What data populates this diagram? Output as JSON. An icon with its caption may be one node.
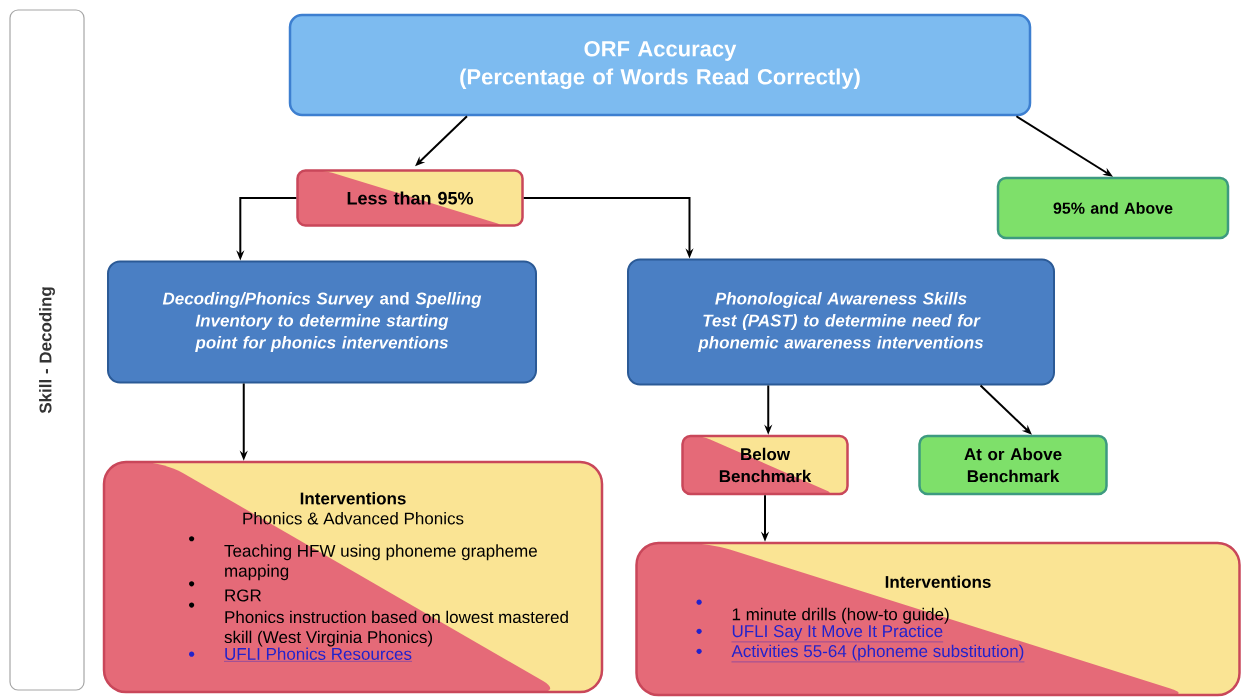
{
  "diagram": {
    "nodes": [
      {
        "text": [
          "Skill - Decoding"
        ]
      },
      {
        "text": [
          "ORF Accuracy",
          "(Percentage of Words Read Correctly)"
        ]
      },
      {
        "text": [
          "Less than 95%"
        ]
      },
      {
        "text": [
          "95% and Above"
        ]
      },
      {
        "text": [
          "*Decoding/Phonics Survey* and *Spelling Inventory to determine starting point for phonics interventions*"
        ]
      },
      {
        "text": [
          "Phonological Awareness Skills Test (PAST) to determine need for phonemic awareness interventions"
        ]
      },
      {
        "text": [
          "Below Benchmark"
        ]
      },
      {
        "text": [
          "At or Above Benchmark"
        ]
      },
      {
        "text": [
          "Interventions",
          "Phonics & Advanced Phonics",
          "Teaching HFW using phoneme grapheme mapping",
          "RGR",
          "Phonics instruction based on lowest mastered skill (West Virginia Phonics)",
          "UFLI Phonics Resources"
        ]
      },
      {
        "text": [
          "Interventions",
          "1 minute drills (how-to guide)",
          "UFLI Say It Move It Practice",
          "Activities 55-64 (phoneme substitution)"
        ]
      }
    ],
    "edges": [
      {
        "from": 1,
        "to": 2,
        "arrow": "to"
      },
      {
        "from": 1,
        "to": 3,
        "arrow": "to"
      },
      {
        "from": 2,
        "to": 4,
        "arrow": "to"
      },
      {
        "from": 2,
        "to": 5,
        "arrow": "to"
      },
      {
        "from": 4,
        "to": 8,
        "arrow": "to"
      },
      {
        "from": 5,
        "to": 6,
        "arrow": "to"
      },
      {
        "from": 5,
        "to": 7,
        "arrow": "to"
      },
      {
        "from": 6,
        "to": 9,
        "arrow": "to"
      }
    ]
  }
}
